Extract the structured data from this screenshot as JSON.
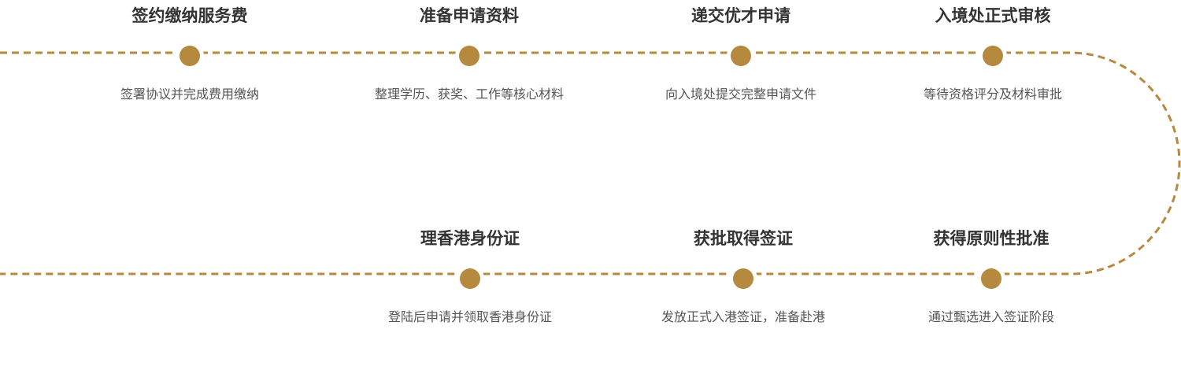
{
  "colors": {
    "accent": "#b5893e",
    "title": "#333333",
    "desc": "#555555"
  },
  "steps": [
    {
      "title": "签约缴纳服务费",
      "desc": "签署协议并完成费用缴纳"
    },
    {
      "title": "准备申请资料",
      "desc": "整理学历、获奖、工作等核心材料"
    },
    {
      "title": "递交优才申请",
      "desc": "向入境处提交完整申请文件"
    },
    {
      "title": "入境处正式审核",
      "desc": "等待资格评分及材料审批"
    },
    {
      "title": "获得原则性批准",
      "desc": "通过甄选进入签证阶段"
    },
    {
      "title": "获批取得签证",
      "desc": "发放正式入港签证，准备赴港"
    },
    {
      "title": "理香港身份证",
      "desc": "登陆后申请并领取香港身份证"
    }
  ]
}
